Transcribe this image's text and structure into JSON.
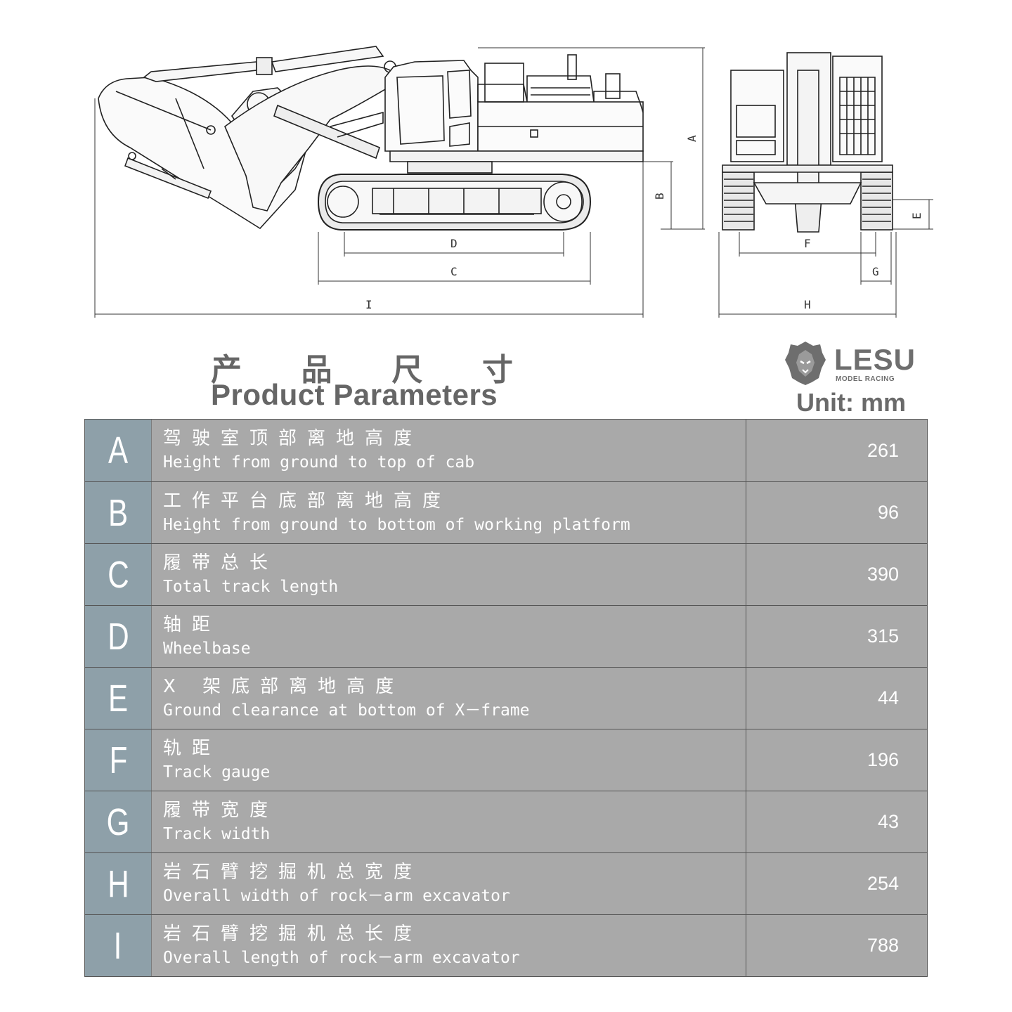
{
  "drawing": {
    "dimension_labels": {
      "A": "A",
      "B": "B",
      "C": "C",
      "D": "D",
      "E": "E",
      "F": "F",
      "G": "G",
      "H": "H",
      "I": "I"
    }
  },
  "header": {
    "title_cn": [
      "产",
      "品",
      "尺",
      "寸"
    ],
    "title_en": "Product Parameters",
    "brand_name": "LESU",
    "brand_sub": "MODEL RACING",
    "unit": "Unit: mm"
  },
  "params": [
    {
      "letter": "A",
      "cn": "驾驶室顶部离地高度",
      "en": "Height from ground to top of cab",
      "value": "261"
    },
    {
      "letter": "B",
      "cn": "工作平台底部离地高度",
      "en": "Height from ground to bottom of working platform",
      "value": "96"
    },
    {
      "letter": "C",
      "cn": "履带总长",
      "en": "Total track length",
      "value": "390"
    },
    {
      "letter": "D",
      "cn": "轴距",
      "en": "Wheelbase",
      "value": "315"
    },
    {
      "letter": "E",
      "cn": "X 架底部离地高度",
      "en": "Ground clearance at bottom of X－frame",
      "value": "44"
    },
    {
      "letter": "F",
      "cn": "轨距",
      "en": "Track gauge",
      "value": "196"
    },
    {
      "letter": "G",
      "cn": "履带宽度",
      "en": "Track width",
      "value": "43"
    },
    {
      "letter": "H",
      "cn": "岩石臂挖掘机总宽度",
      "en": "Overall width of rock－arm excavator",
      "value": "254"
    },
    {
      "letter": "I",
      "cn": "岩石臂挖掘机总长度",
      "en": "Overall length of rock－arm excavator",
      "value": "788"
    }
  ],
  "colors": {
    "letter_bg": "#8ea0a9",
    "cell_bg": "#a9a9a9",
    "text": "#ffffff"
  }
}
